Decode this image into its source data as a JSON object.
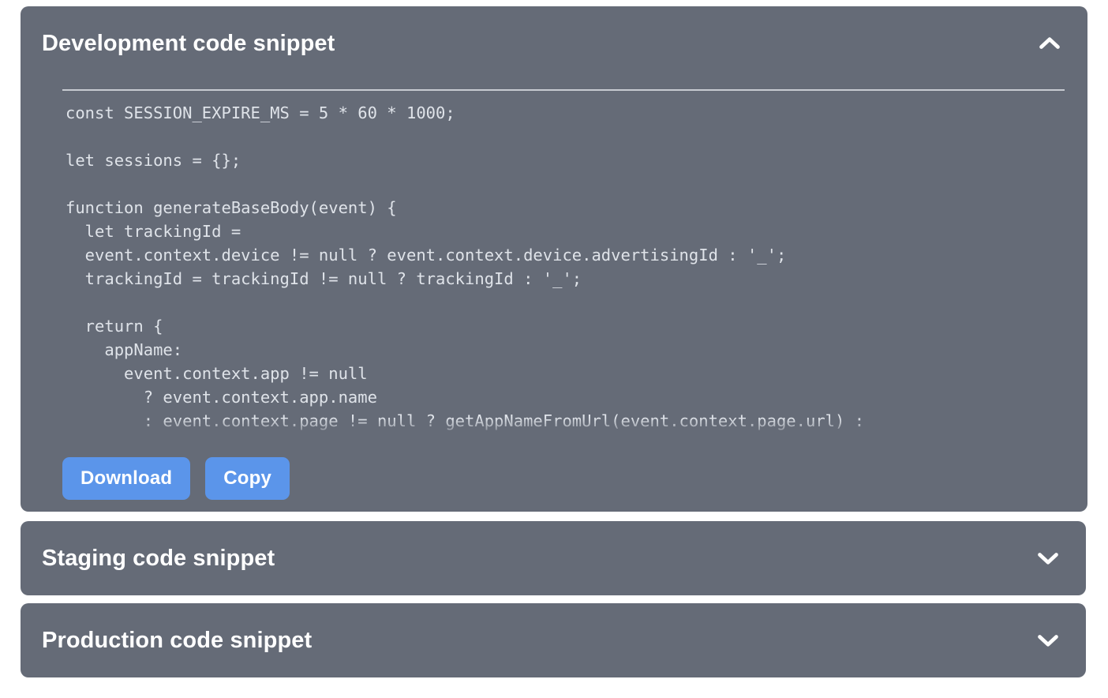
{
  "theme": {
    "panel_bg": "#656b77",
    "page_bg": "#ffffff",
    "button_bg": "#5b95ea",
    "button_text": "#ffffff",
    "title_text": "#ffffff",
    "code_text": "#dfe3e9",
    "divider": "#c7cad1"
  },
  "panels": [
    {
      "id": "development",
      "title": "Development code snippet",
      "expanded": true,
      "toggle_icon": "chevron-up-icon",
      "code": "const SESSION_EXPIRE_MS = 5 * 60 * 1000;\n\nlet sessions = {};\n\nfunction generateBaseBody(event) {\n  let trackingId =\n  event.context.device != null ? event.context.device.advertisingId : '_';\n  trackingId = trackingId != null ? trackingId : '_';\n\n  return {\n    appName:\n      event.context.app != null\n        ? event.context.app.name\n        : event.context.page != null ? getAppNameFromUrl(event.context.page.url) :",
      "buttons": [
        {
          "id": "download",
          "label": "Download"
        },
        {
          "id": "copy",
          "label": "Copy"
        }
      ]
    },
    {
      "id": "staging",
      "title": "Staging code snippet",
      "expanded": false,
      "toggle_icon": "chevron-down-icon"
    },
    {
      "id": "production",
      "title": "Production code snippet",
      "expanded": false,
      "toggle_icon": "chevron-down-icon"
    }
  ]
}
